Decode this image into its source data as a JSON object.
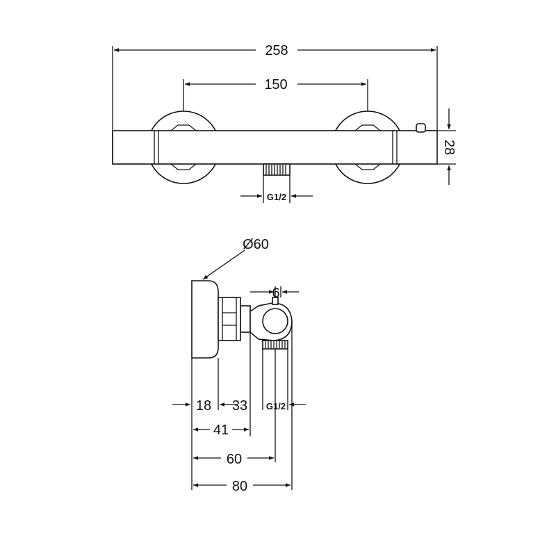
{
  "front_view": {
    "overall_width": "258",
    "center_distance": "150",
    "body_height": "28",
    "outlet_thread": "G1/2"
  },
  "side_view": {
    "escutcheon_diameter": "Ø60",
    "small_offset": "6",
    "dim_18": "18",
    "dim_33": "33",
    "outlet_thread": "G1/2",
    "dim_41": "41",
    "dim_60": "60",
    "dim_80": "80"
  }
}
